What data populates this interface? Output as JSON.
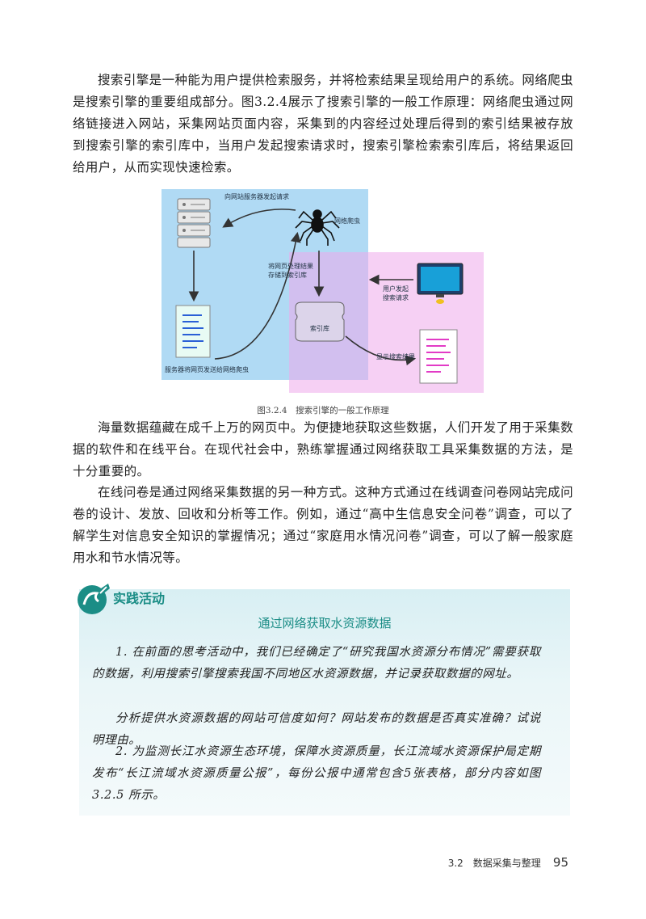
{
  "paragraphs": {
    "p1": "搜索引擎是一种能为用户提供检索服务，并将检索结果呈现给用户的系统。网络爬虫是搜索引擎的重要组成部分。图3.2.4展示了搜索引擎的一般工作原理：网络爬虫通过网络链接进入网站，采集网站页面内容，采集到的内容经过处理后得到的索引结果被存放到搜索引擎的索引库中，当用户发起搜索请求时，搜索引擎检索索引库后，将结果返回给用户，从而实现快速检索。",
    "p2": "海量数据蕴藏在成千上万的网页中。为便捷地获取这些数据，人们开发了用于采集数据的软件和在线平台。在现代社会中，熟练掌握通过网络获取工具采集数据的方法，是十分重要的。",
    "p3": "在线问卷是通过网络采集数据的另一种方式。这种方式通过在线调查问卷网站完成问卷的设计、发放、回收和分析等工作。例如，通过“高中生信息安全问卷”调查，可以了解学生对信息安全知识的掌握情况；通过“家庭用水情况问卷”调查，可以了解一般家庭用水和节水情况等。"
  },
  "figure": {
    "labels": {
      "request_to_server": "向网站服务器发起请求",
      "crawler": "网络爬虫",
      "store_index": "将网页处理结果\n存储到索引库",
      "user_request": "用户发起\n搜索请求",
      "index_db": "索引库",
      "server_send": "服务器将网页发送给网络爬虫",
      "show_results": "显示搜索结果"
    },
    "colors": {
      "crawler_zone": "#96cdf0",
      "search_zone": "#eeaaeb",
      "doc_lines_blue": "#2a5fd6",
      "doc_lines_pink": "#e23bc6"
    },
    "caption": "图3.2.4　搜索引擎的一般工作原理"
  },
  "activity": {
    "title": "实践活动",
    "subtitle": "通过网络获取水资源数据",
    "items": [
      "1. 在前面的思考活动中，我们已经确定了“研究我国水资源分布情况”需要获取的数据，利用搜索引擎搜索我国不同地区水资源数据，并记录获取数据的网址。",
      "分析提供水资源数据的网站可信度如何？网站发布的数据是否真实准确？试说明理由。",
      "2. 为监测长江水资源生态环境，保障水资源质量，长江流域水资源保护局定期发布“长江流域水资源质量公报”，每份公报中通常包含5张表格，部分内容如图3.2.5 所示。"
    ],
    "accent_color": "#1b8d86"
  },
  "footer": {
    "section": "3.2　数据采集与整理",
    "page": "95"
  }
}
